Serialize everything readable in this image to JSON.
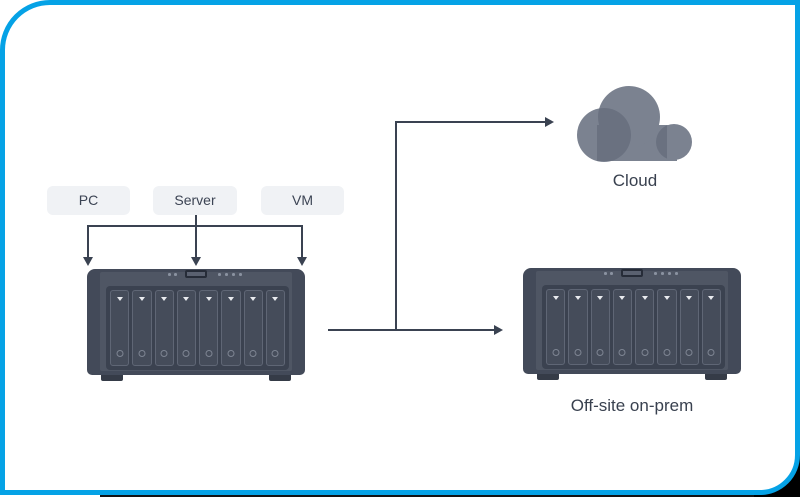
{
  "frame": {
    "accent_color": "#05a2e6",
    "background": "#ffffff",
    "corner_shadow_color": "#000000"
  },
  "sources": {
    "pc": "PC",
    "server": "Server",
    "vm": "VM"
  },
  "cloud": {
    "label": "Cloud"
  },
  "offsite": {
    "label": "Off-site on-prem"
  },
  "nas": {
    "bays": 8
  },
  "colors": {
    "connector": "#3a4251",
    "pill_background": "#f0f2f5",
    "label_text": "#39414f",
    "nas_body": "#434a59",
    "nas_face": "#4f5664",
    "nas_panel": "#3b4250",
    "bay_fill": "#454c5a",
    "bay_border": "#5f6675",
    "cloud_base": "#7b8290",
    "cloud_overlap": "#6a7180"
  }
}
